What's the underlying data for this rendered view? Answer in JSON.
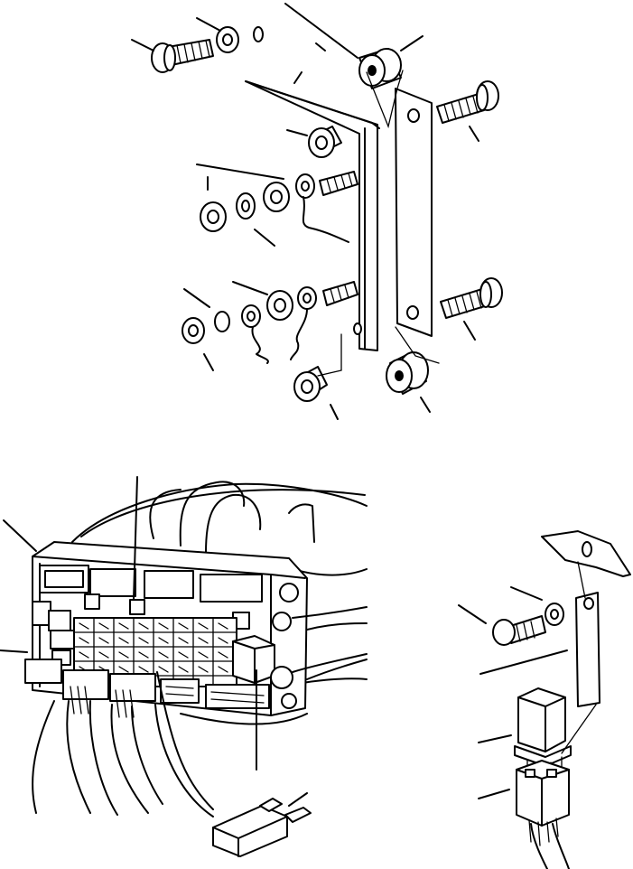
{
  "figure": {
    "colors": {
      "ink": "#000000",
      "paper": "#ffffff"
    },
    "views": [
      {
        "name": "mounting-plate-exploded-view"
      },
      {
        "name": "fuse-and-relay-box-view"
      },
      {
        "name": "relay-bracket-view"
      }
    ]
  }
}
